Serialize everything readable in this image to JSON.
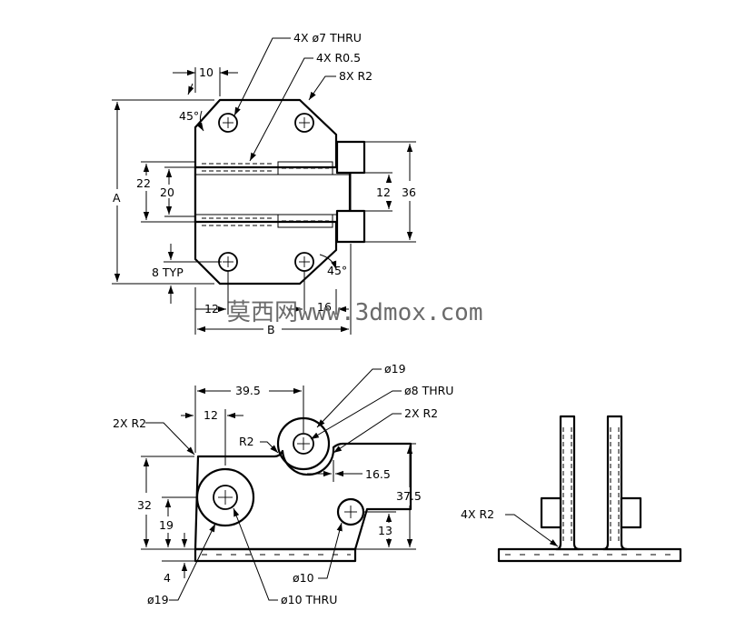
{
  "top_view": {
    "hole_callout": "4X ø7 THRU",
    "small_radius_callout": "4X R0.5",
    "corner_radius_callout": "8X R2",
    "dim_hole_offset": "10",
    "chamfer_angle_top": "45°",
    "chamfer_angle_bottom": "45°",
    "dim_overall_height": "A",
    "dim_overall_width": "B",
    "dim_slot_outer": "22",
    "dim_slot_inner": "20",
    "dim_tab_height": "12",
    "dim_tab_span": "36",
    "dim_edge_typ": "8 TYP",
    "dim_hole_spacing": "12",
    "dim_tab_width": "16"
  },
  "front_view": {
    "corner_radius_left": "2X R2",
    "dim_boss_x": "39.5",
    "dim_hole_x": "12",
    "fillet_callout": "R2",
    "boss_diameter": "ø19",
    "boss_hole": "ø8 THRU",
    "corner_radius_right": "2X R2",
    "dim_offset": "16.5",
    "dim_height_left": "32",
    "dim_hole_height": "19",
    "dim_height_right": "37.5",
    "dim_small_hole_height": "13",
    "dim_base_thickness": "4",
    "small_boss_diameter": "ø10",
    "large_boss_diameter": "ø19",
    "large_hole": "ø10 THRU"
  },
  "side_view": {
    "radius_callout": "4X R2"
  },
  "watermark": "莫西网www.3dmox.com"
}
